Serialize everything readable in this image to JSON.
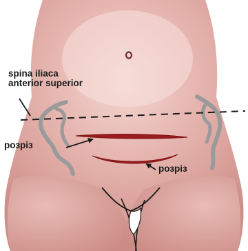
{
  "labels": {
    "landmark_line1": "spina iliaca",
    "landmark_line2": "anterior superior",
    "incision_left": "розріз",
    "incision_right": "розріз"
  },
  "colors": {
    "skin": "#d9a19c",
    "skin_light": "#f2d2cd",
    "bone": "#9a9a9a",
    "incision": "#9b1c1c",
    "outline": "#1a1a1a"
  }
}
